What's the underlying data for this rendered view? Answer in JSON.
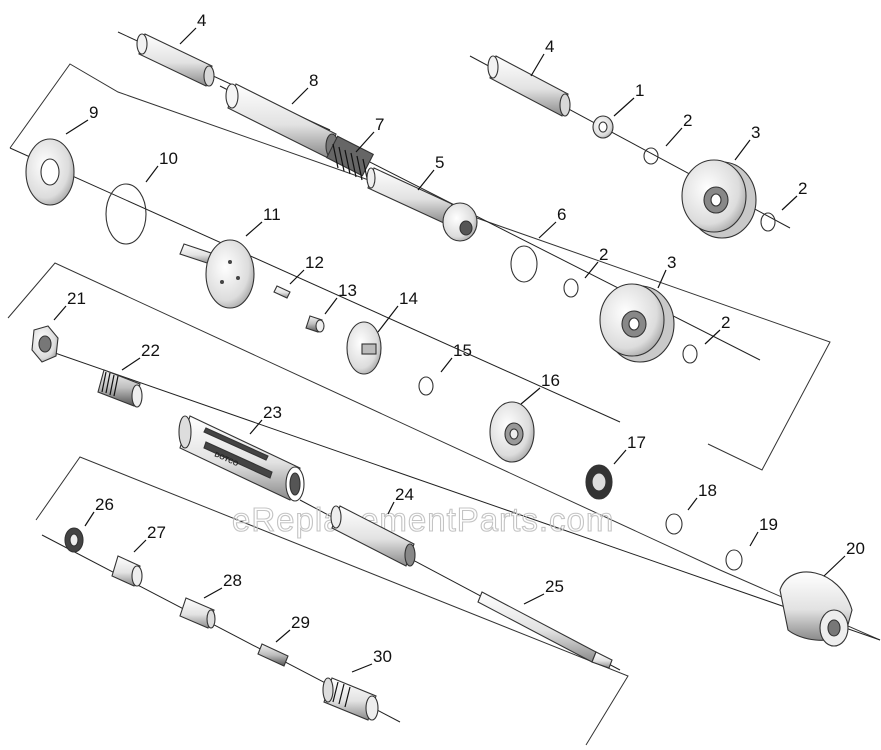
{
  "watermark": "eReplacementParts.com",
  "brand_mark": "DOTCO",
  "parts": [
    {
      "id": "p4a",
      "label": "4"
    },
    {
      "id": "p8",
      "label": "8"
    },
    {
      "id": "p7",
      "label": "7"
    },
    {
      "id": "p5",
      "label": "5"
    },
    {
      "id": "p4b",
      "label": "4"
    },
    {
      "id": "p1",
      "label": "1"
    },
    {
      "id": "p2a",
      "label": "2"
    },
    {
      "id": "p3a",
      "label": "3"
    },
    {
      "id": "p2b",
      "label": "2"
    },
    {
      "id": "p9",
      "label": "9"
    },
    {
      "id": "p10",
      "label": "10"
    },
    {
      "id": "p11",
      "label": "11"
    },
    {
      "id": "p12",
      "label": "12"
    },
    {
      "id": "p13",
      "label": "13"
    },
    {
      "id": "p14",
      "label": "14"
    },
    {
      "id": "p6",
      "label": "6"
    },
    {
      "id": "p2c",
      "label": "2"
    },
    {
      "id": "p3b",
      "label": "3"
    },
    {
      "id": "p2d",
      "label": "2"
    },
    {
      "id": "p15",
      "label": "15"
    },
    {
      "id": "p16",
      "label": "16"
    },
    {
      "id": "p17",
      "label": "17"
    },
    {
      "id": "p18",
      "label": "18"
    },
    {
      "id": "p19",
      "label": "19"
    },
    {
      "id": "p20",
      "label": "20"
    },
    {
      "id": "p21",
      "label": "21"
    },
    {
      "id": "p22",
      "label": "22"
    },
    {
      "id": "p23",
      "label": "23"
    },
    {
      "id": "p24",
      "label": "24"
    },
    {
      "id": "p25",
      "label": "25"
    },
    {
      "id": "p26",
      "label": "26"
    },
    {
      "id": "p27",
      "label": "27"
    },
    {
      "id": "p28",
      "label": "28"
    },
    {
      "id": "p29",
      "label": "29"
    },
    {
      "id": "p30",
      "label": "30"
    }
  ]
}
